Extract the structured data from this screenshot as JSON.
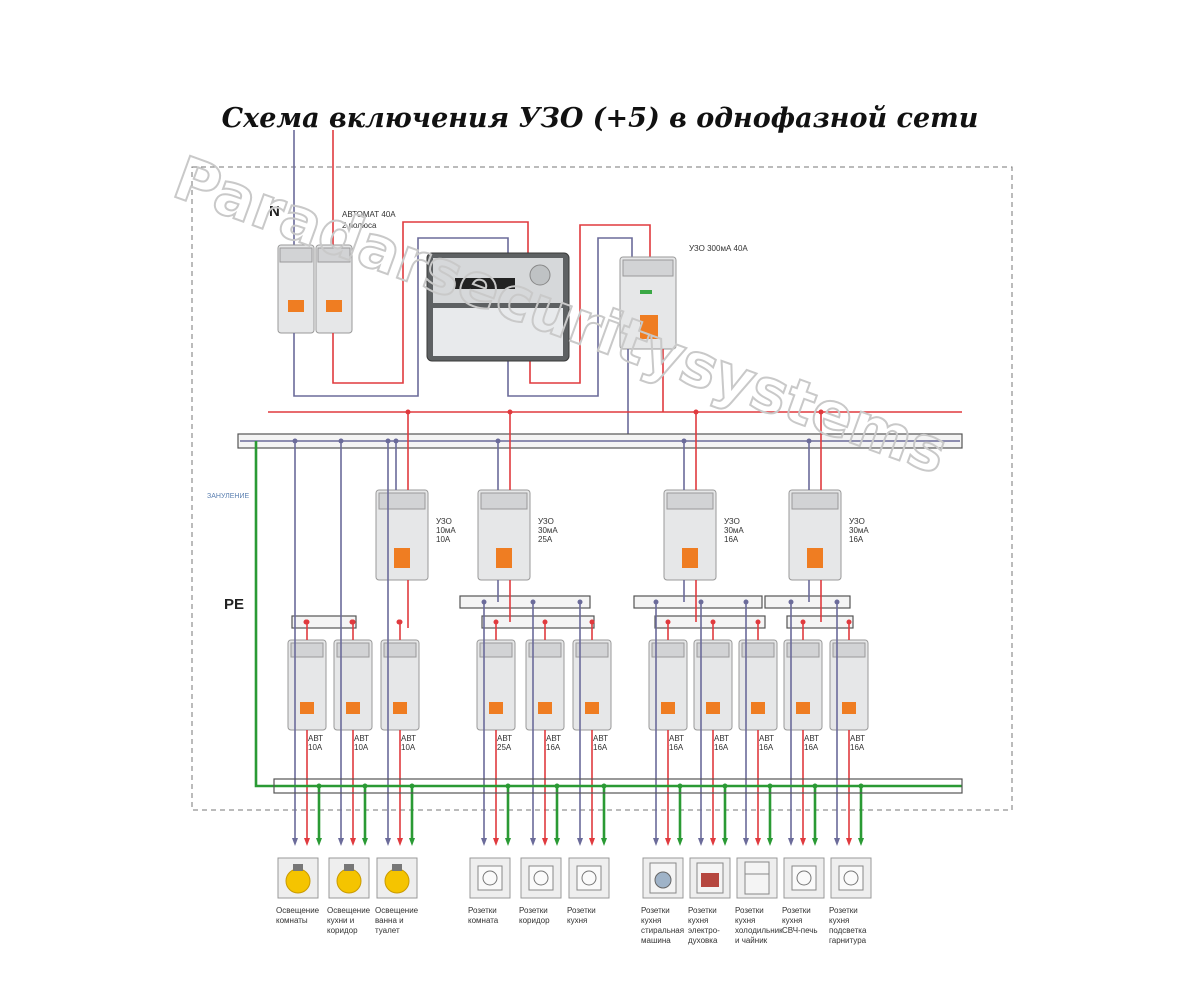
{
  "title": "Схема включения УЗО (+5) в однофазной сети",
  "labels": {
    "n": "N",
    "pe": "PE",
    "zanulenie": "ЗАНУЛЕНИЕ",
    "avtomat_line1": "АВТОМАТ 40А",
    "avtomat_line2": "2 полюса",
    "uzo_main": "УЗО 300мА 40А"
  },
  "uzo": [
    {
      "l1": "УЗО",
      "l2": "10мА",
      "l3": "10А"
    },
    {
      "l1": "УЗО",
      "l2": "30мА",
      "l3": "25А"
    },
    {
      "l1": "УЗО",
      "l2": "30мА",
      "l3": "16А"
    },
    {
      "l1": "УЗО",
      "l2": "30мА",
      "l3": "16А"
    }
  ],
  "breakers": [
    {
      "l1": "АВТ",
      "l2": "10А"
    },
    {
      "l1": "АВТ",
      "l2": "10А"
    },
    {
      "l1": "АВТ",
      "l2": "10А"
    },
    {
      "l1": "АВТ",
      "l2": "25А"
    },
    {
      "l1": "АВТ",
      "l2": "16А"
    },
    {
      "l1": "АВТ",
      "l2": "16А"
    },
    {
      "l1": "АВТ",
      "l2": "16А"
    },
    {
      "l1": "АВТ",
      "l2": "16А"
    },
    {
      "l1": "АВТ",
      "l2": "16А"
    },
    {
      "l1": "АВТ",
      "l2": "16А"
    },
    {
      "l1": "АВТ",
      "l2": "16А"
    }
  ],
  "loads": [
    {
      "icon": "lightbulb-icon",
      "lines": [
        "Освещение",
        "комнаты"
      ]
    },
    {
      "icon": "lightbulb-icon",
      "lines": [
        "Освещение",
        "кухни и",
        "коридор"
      ]
    },
    {
      "icon": "lightbulb-icon",
      "lines": [
        "Освещение",
        "ванна и",
        "туалет"
      ]
    },
    {
      "icon": "socket-icon",
      "lines": [
        "Розетки",
        "комната"
      ]
    },
    {
      "icon": "socket-icon",
      "lines": [
        "Розетки",
        "коридор"
      ]
    },
    {
      "icon": "socket-icon",
      "lines": [
        "Розетки",
        "кухня"
      ]
    },
    {
      "icon": "washing-machine-icon",
      "lines": [
        "Розетки",
        "кухня",
        "стиральная",
        "машина"
      ]
    },
    {
      "icon": "oven-icon",
      "lines": [
        "Розетки",
        "кухня",
        "электро-",
        "духовка"
      ]
    },
    {
      "icon": "fridge-icon",
      "lines": [
        "Розетки",
        "кухня",
        "холодильник",
        "и чайник"
      ]
    },
    {
      "icon": "socket-icon",
      "lines": [
        "Розетки",
        "кухня",
        "СВЧ-печь"
      ]
    },
    {
      "icon": "socket-icon",
      "lines": [
        "Розетки",
        "кухня",
        "подсветка",
        "гарнитура"
      ]
    }
  ],
  "watermark": "Paradarsecuritysystems",
  "colors": {
    "phase": "#e03a3e",
    "neutral": "#6b6b9a",
    "pe": "#2a9a34",
    "handle": "#ef7d22",
    "bulb": "#f5c400"
  }
}
